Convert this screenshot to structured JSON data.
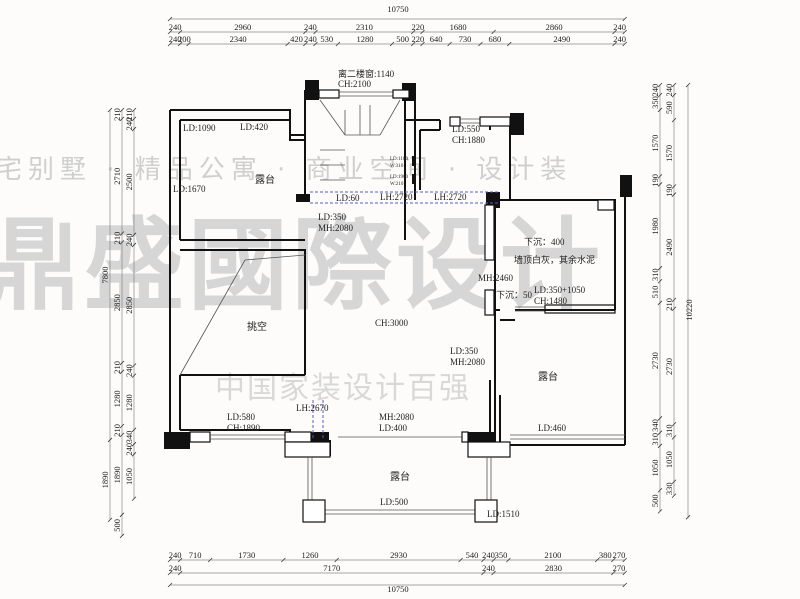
{
  "watermark": {
    "line1": "宅别墅 · 精品公寓 · 商业空间 · 设计装",
    "brand": "鼎盛國際设计",
    "line3": "中国家装设计百强"
  },
  "dimensions": {
    "top_total": 10750,
    "top_row1": [
      240,
      2960,
      240,
      2310,
      220,
      1680,
      2860,
      240
    ],
    "top_row2": [
      240,
      200,
      2340,
      420,
      240,
      530,
      1280,
      500,
      220,
      640,
      730,
      680,
      2490,
      240
    ],
    "bottom_row1": [
      240,
      710,
      1730,
      1260,
      2930,
      540,
      240,
      350,
      2100,
      380,
      270
    ],
    "bottom_row2": [
      240,
      7170,
      240,
      2830,
      270
    ],
    "bottom_total": 10750,
    "left_col1": [
      7800,
      1890
    ],
    "left_col2": [
      210,
      2710,
      210,
      2850,
      210,
      1280,
      210,
      1890,
      500
    ],
    "left_col3": [
      210,
      240,
      2500,
      240,
      2850,
      240,
      1280,
      340,
      240,
      1050
    ],
    "right_col1": [
      240,
      350,
      1570,
      190,
      1980,
      310,
      510,
      2730,
      340,
      310,
      1050,
      500
    ],
    "right_col2": [
      240,
      590,
      1570,
      190,
      2490,
      210,
      2730,
      310,
      1050,
      330
    ],
    "right_total": 10220
  },
  "rooms": {
    "terrace_nw": "露台",
    "void": "挑空",
    "main_hall": "CH:3000",
    "terrace_e": "露台",
    "terrace_s": "露台",
    "sunken_room": "下沉：400",
    "sunken_note": "墙顶白灰，其余水泥",
    "sunken_50": "下沉：50"
  },
  "annotations": {
    "stair_window": "离二楼窗:1140",
    "stair_window_ch": "CH:2100",
    "ld1090": "LD:1090",
    "ld420": "LD:420",
    "ld1670": "LD:1670",
    "ld550": "LD:550",
    "ch1880": "CH:1880",
    "ld1160": "LD:1160",
    "w310": "W:310",
    "ld1900": "LD:1900",
    "w210": "W:210",
    "ld60": "LD:60",
    "lh2720a": "LH:2720",
    "lh2720b": "LH:2720",
    "ld350a": "LD:350",
    "mh2080a": "MH:2080",
    "mh2460": "MH:2460",
    "ld350_1050": "LD:350+1050",
    "ch1480": "CH:1480",
    "ld350b": "LD:350",
    "mh2080b": "MH:2080",
    "ld580": "LD:580",
    "ch1890": "CH:1890",
    "lh2670": "LH:2670",
    "mh2080c": "MH:2080",
    "ld400": "LD:400",
    "ld460": "LD:460",
    "ld500": "LD:500",
    "ld1510": "LD:1510"
  }
}
